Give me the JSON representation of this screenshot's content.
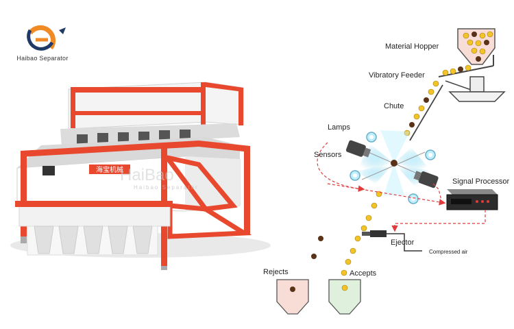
{
  "brand": {
    "name": "Haibao Separator",
    "machine_badge": "海宝机械",
    "watermark_main": "HaiBao",
    "watermark_sub": "Haibao Separator"
  },
  "diagram": {
    "labels": {
      "material_hopper": "Material Hopper",
      "vibratory_feeder": "Vibratory Feeder",
      "chute": "Chute",
      "lamps": "Lamps",
      "sensors": "Sensors",
      "signal_processor": "Signal Processor",
      "ejector": "Ejector",
      "compressed_air": "Compressed air",
      "rejects": "Rejects",
      "accepts": "Accepts"
    }
  },
  "colors": {
    "frame_red": "#e8482e",
    "logo_orange": "#f08a24",
    "logo_navy": "#1f3a66",
    "grain_yellow": "#f2c428",
    "grain_brown": "#5a3218",
    "reject_bin": "#f7ddd6",
    "accept_bin": "#dff0dc",
    "signal_red": "#e23b3b",
    "light_cyan": "#8fd6ea"
  },
  "icons": [
    "haibao-logo-icon",
    "lamp-icon",
    "sensor-camera-icon",
    "signal-processor-icon",
    "ejector-nozzle-icon",
    "hopper-icon"
  ]
}
